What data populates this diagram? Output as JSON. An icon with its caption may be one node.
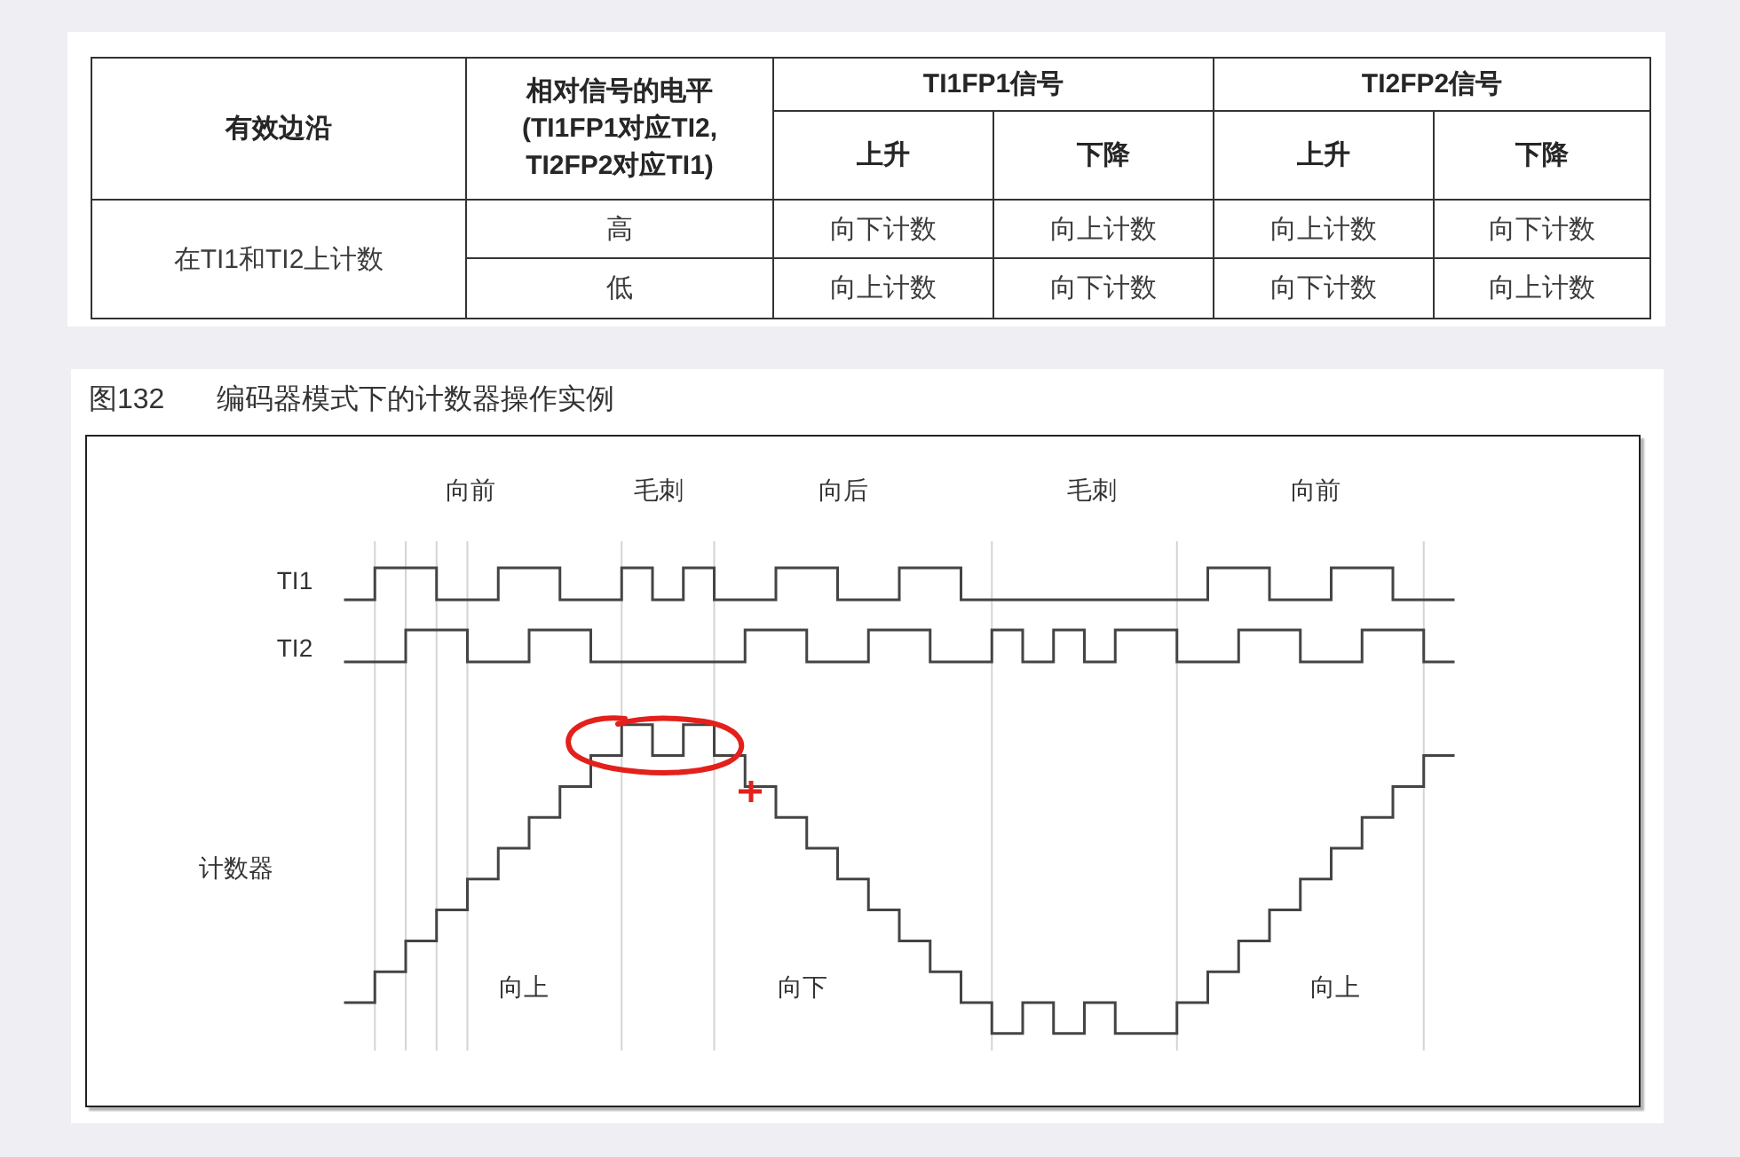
{
  "diagram": {
    "title": "图132 编码器模式下的计数器操作实例",
    "labels": [
      "有效边沿",
      "相对信号的电平 (TI1FP1对应TI2, TI2FP2对应TI1)",
      "TI1FP1信号",
      "TI2FP2信号",
      "上升",
      "下降",
      "上升",
      "下降",
      "在TI1和TI2上计数",
      "高",
      "向下计数",
      "向上计数",
      "向上计数",
      "向下计数",
      "低",
      "向上计数",
      "向下计数",
      "向下计数",
      "向上计数",
      "向前",
      "毛刺",
      "向后",
      "毛刺",
      "向前",
      "TI1",
      "TI2",
      "计数器",
      "向上",
      "向下",
      "向上"
    ]
  }
}
